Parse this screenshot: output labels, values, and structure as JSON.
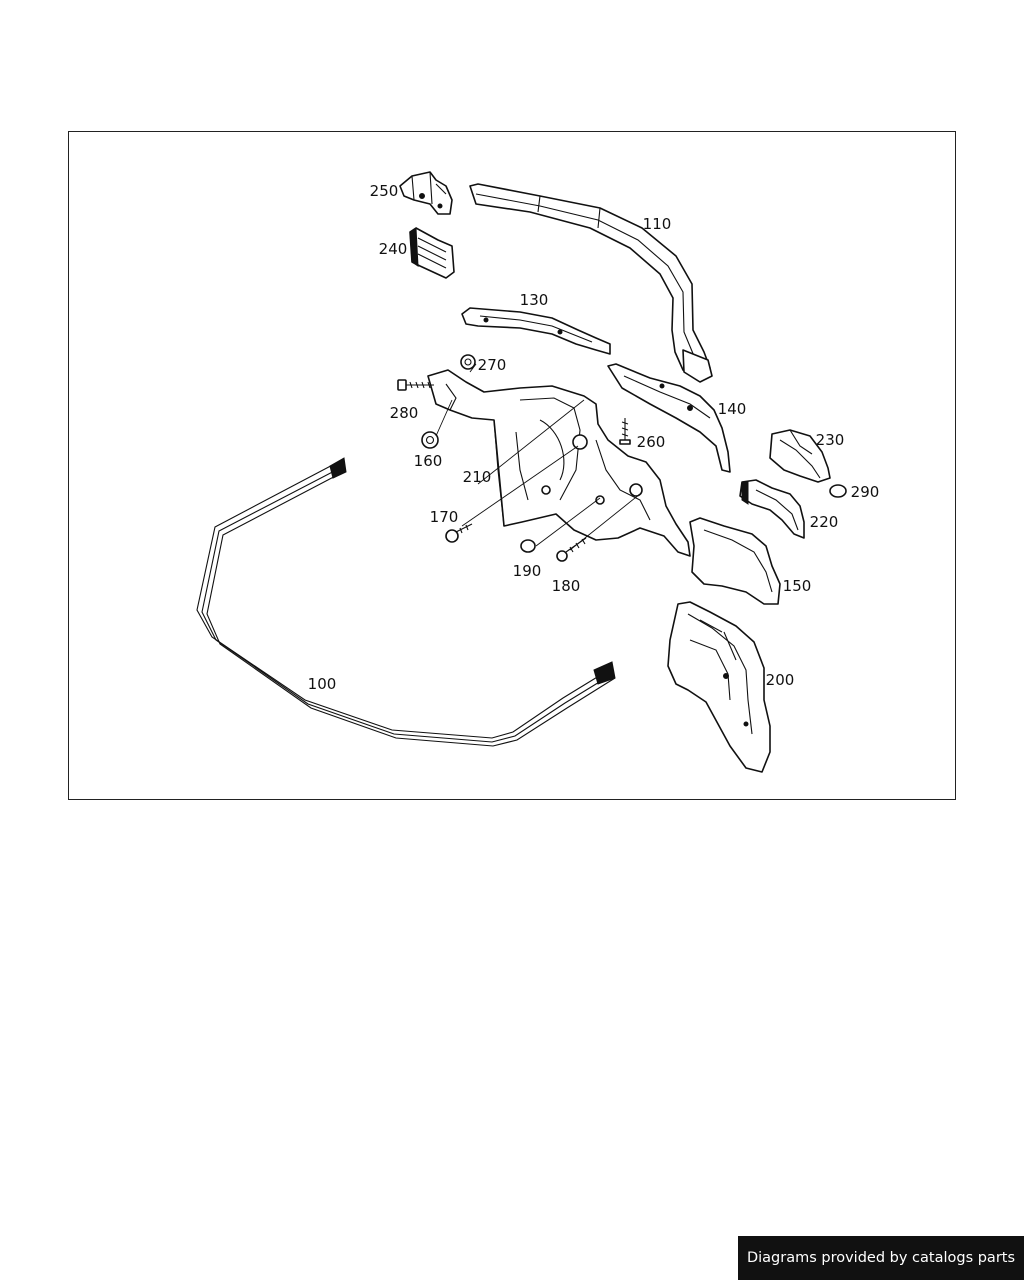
{
  "diagram": {
    "callouts": [
      "100",
      "110",
      "130",
      "140",
      "150",
      "160",
      "170",
      "180",
      "190",
      "200",
      "210",
      "220",
      "230",
      "240",
      "250",
      "260",
      "270",
      "280",
      "290"
    ]
  },
  "footer": {
    "credit": "Diagrams provided by catalogs parts"
  },
  "colors": {
    "line": "#111111",
    "background": "#ffffff",
    "banner": "#111111",
    "banner_text": "#ffffff"
  }
}
